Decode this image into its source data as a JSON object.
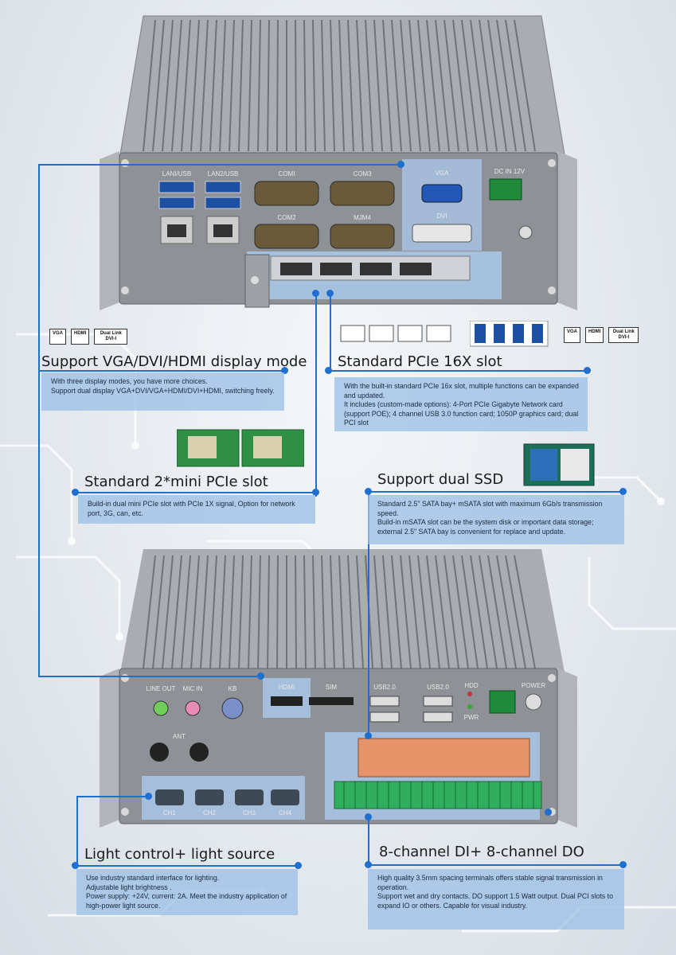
{
  "top_panel": {
    "ports": [
      "LANI/USB",
      "LAN2/USB",
      "COMI",
      "COM3",
      "COM2",
      "MJM4",
      "VGA",
      "DVI",
      "DC  IN  12V"
    ]
  },
  "bottom_panel": {
    "ports": [
      "LINE OUT",
      "MIC  IN",
      "KB",
      "HDMI",
      "SIM",
      "USB2.0",
      "USB2.0",
      "HDD",
      "PWR",
      "POWER",
      "ANT"
    ],
    "light_channels": [
      "CH1",
      "CH2",
      "CH3",
      "CH4"
    ]
  },
  "display_logos": [
    "VGA",
    "HDMI",
    "Dual Link DVI-I"
  ],
  "sections": {
    "display": {
      "title": "Support VGA/DVI/HDMI display mode",
      "lines": [
        "With three display modes, you have more choices.",
        "Support dual display VGA+DVI/VGA+HDMI/DVI+HDMI, switching freely."
      ]
    },
    "pcie16": {
      "title": "Standard PCIe 16X slot",
      "lines": [
        "With the built-in standard PCIe 16x slot, multiple functions can be expanded and updated.",
        "It includes (custom-made options): 4-Port PCIe Gigabyte Network card (support POE); 4 channel USB 3.0 function card; 1050P graphics card; dual PCI slot"
      ]
    },
    "minipcie": {
      "title": "Standard 2*mini PCIe slot",
      "lines": [
        "Build-in dual mini PCIe slot with PCIe 1X signal, Option for network port, 3G, can, etc."
      ]
    },
    "ssd": {
      "title": "Support dual SSD",
      "lines": [
        "Standard 2.5\" SATA bay+ mSATA slot with maximum 6Gb/s transmission speed.",
        "Build-in mSATA slot can be the system disk or important data storage; external 2.5\" SATA bay is convenient for replace and update."
      ]
    },
    "light": {
      "title": "Light control+ light source",
      "lines": [
        "Use industry standard interface for lighting.",
        "Adjustable light brightness .",
        "Power supply: +24V, current: 2A. Meet the industry application of high-power light source."
      ]
    },
    "dio": {
      "title": "8-channel DI+ 8-channel DO",
      "lines": [
        "High quality 3.5mm spacing terminals offers stable signal transmission in operation.",
        "Support wet and dry contacts. DO support 1.5 Watt output. Dual PCI slots to expand IO or others. Capable for visual industry."
      ]
    }
  },
  "colors": {
    "accent": "#1f6fd1",
    "panel_bg": "#9dc0e6",
    "chassis": "#8e9297",
    "heatsink": "#b9bdc2"
  }
}
